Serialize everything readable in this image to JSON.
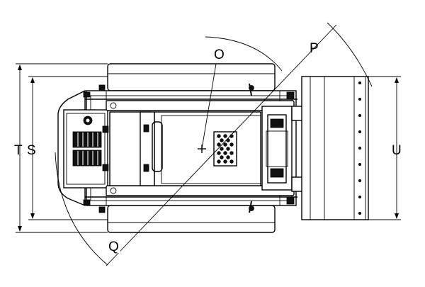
{
  "labels": {
    "o": "O",
    "p": "P",
    "q": "Q",
    "s": "S",
    "t": "T",
    "u": "U"
  },
  "colors": {
    "line": "#000000",
    "background": "#ffffff"
  }
}
